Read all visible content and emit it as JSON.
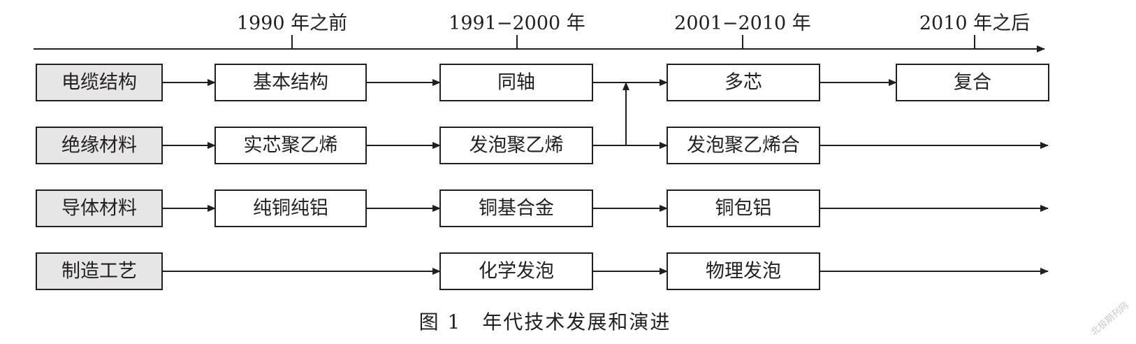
{
  "timeline": {
    "eras": [
      "1990 年之前",
      "1991−2000 年",
      "2001−2010 年",
      "2010 年之后"
    ]
  },
  "rows": [
    {
      "category": "电缆结构",
      "stages": [
        "基本结构",
        "同轴",
        "多芯",
        "复合"
      ]
    },
    {
      "category": "绝缘材料",
      "stages": [
        "实芯聚乙烯",
        "发泡聚乙烯",
        "发泡聚乙烯合"
      ]
    },
    {
      "category": "导体材料",
      "stages": [
        "纯铜纯铝",
        "铜基合金",
        "铜包铝"
      ]
    },
    {
      "category": "制造工艺",
      "stages": [
        "化学发泡",
        "物理发泡"
      ]
    }
  ],
  "caption": "图 1　年代技术发展和演进",
  "watermark": "北极期刊网",
  "colors": {
    "line": "#231f20",
    "category_fill": "#e6e6e6",
    "box_fill": "#ffffff"
  }
}
